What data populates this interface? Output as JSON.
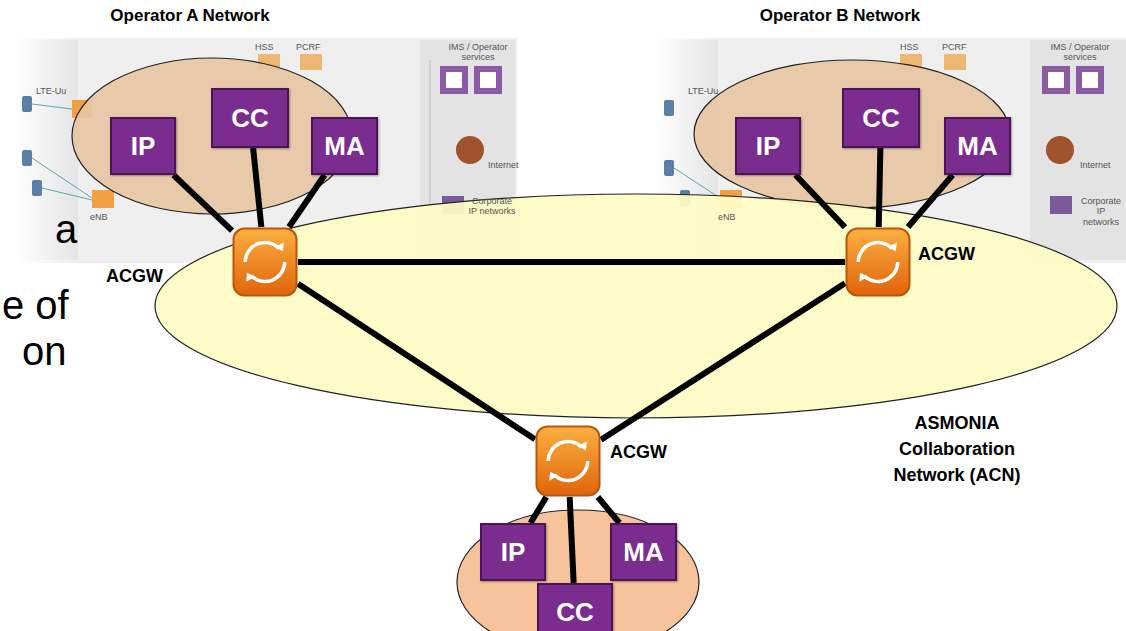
{
  "diagram": {
    "nodes": [
      {
        "text": [
          "Operator A Network"
        ]
      },
      {
        "text": [
          "IP"
        ],
        "in": 0
      },
      {
        "text": [
          "CC"
        ],
        "in": 0
      },
      {
        "text": [
          "MA"
        ],
        "in": 0
      },
      {
        "text": [
          "ACGW"
        ]
      },
      {
        "text": [
          "Operator B Network"
        ]
      },
      {
        "text": [
          "IP"
        ],
        "in": 5
      },
      {
        "text": [
          "CC"
        ],
        "in": 5
      },
      {
        "text": [
          "MA"
        ],
        "in": 5
      },
      {
        "text": [
          "ACGW"
        ]
      },
      {
        "text": [
          "ASMONIA Collaboration Network (ACN)"
        ]
      },
      {
        "text": [
          "ACGW"
        ]
      },
      {
        "text": [
          "IP"
        ]
      },
      {
        "text": [
          "CC"
        ]
      },
      {
        "text": [
          "MA"
        ]
      }
    ],
    "edges": [
      {
        "from": 1,
        "to": 4,
        "arrow": "none"
      },
      {
        "from": 2,
        "to": 4,
        "arrow": "none"
      },
      {
        "from": 3,
        "to": 4,
        "arrow": "none"
      },
      {
        "from": 6,
        "to": 9,
        "arrow": "none"
      },
      {
        "from": 7,
        "to": 9,
        "arrow": "none"
      },
      {
        "from": 8,
        "to": 9,
        "arrow": "none"
      },
      {
        "from": 4,
        "to": 9,
        "arrow": "none"
      },
      {
        "from": 4,
        "to": 11,
        "arrow": "none"
      },
      {
        "from": 9,
        "to": 11,
        "arrow": "none"
      },
      {
        "from": 11,
        "to": 12,
        "arrow": "none"
      },
      {
        "from": 11,
        "to": 13,
        "arrow": "none"
      },
      {
        "from": 11,
        "to": 14,
        "arrow": "none"
      }
    ],
    "labels": [
      "a",
      "e of",
      "on",
      "HSS",
      "PCRF",
      "IMS / Operator services",
      "Internet",
      "Corporate IP networks",
      "LTE-Uu",
      "eNB",
      "HSS",
      "PCRF",
      "IMS / Operator services",
      "Internet",
      "Corporate IP networks",
      "LTE-Uu",
      "eNB"
    ]
  }
}
